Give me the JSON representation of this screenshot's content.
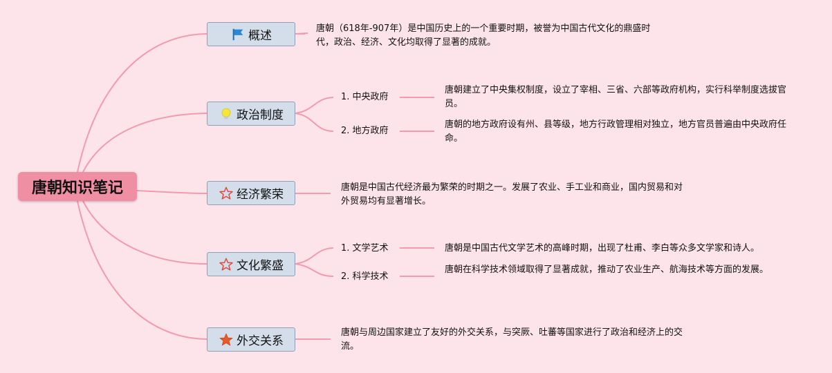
{
  "colors": {
    "background": "#fde4ea",
    "root": "#f08fa3",
    "branch_fill": "#d3deea",
    "branch_border": "#8fa0b4",
    "link": "#f29ab0"
  },
  "root": {
    "title": "唐朝知识笔记"
  },
  "branches": [
    {
      "label": "概述",
      "icon": "flag-icon",
      "desc": "唐朝（618年-907年）是中国历史上的一个重要时期，被誉为中国古代文化的鼎盛时代，政治、经济、文化均取得了显著的成就。"
    },
    {
      "label": "政治制度",
      "icon": "lightbulb-icon",
      "subs": [
        {
          "label": "1. 中央政府",
          "desc": "唐朝建立了中央集权制度，设立了宰相、三省、六部等政府机构，实行科举制度选拔官员。"
        },
        {
          "label": "2. 地方政府",
          "desc": "唐朝的地方政府设有州、县等级，地方行政管理相对独立，地方官员普遍由中央政府任命。"
        }
      ]
    },
    {
      "label": "经济繁荣",
      "icon": "star-outline-icon",
      "desc": "唐朝是中国古代经济最为繁荣的时期之一。发展了农业、手工业和商业，国内贸易和对外贸易均有显著增长。"
    },
    {
      "label": "文化繁盛",
      "icon": "star-outline-icon",
      "subs": [
        {
          "label": "1. 文学艺术",
          "desc": "唐朝是中国古代文学艺术的高峰时期，出现了杜甫、李白等众多文学家和诗人。"
        },
        {
          "label": "2. 科学技术",
          "desc": "唐朝在科学技术领域取得了显著成就，推动了农业生产、航海技术等方面的发展。"
        }
      ]
    },
    {
      "label": "外交关系",
      "icon": "star-filled-icon",
      "desc": "唐朝与周边国家建立了友好的外交关系，与突厥、吐蕃等国家进行了政治和经济上的交流。"
    }
  ]
}
